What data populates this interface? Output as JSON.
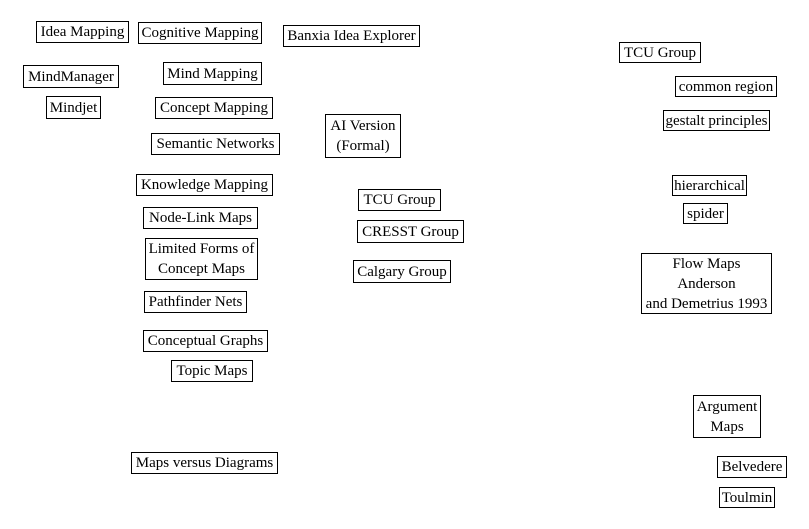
{
  "diagram": {
    "background_color": "#ffffff",
    "node_border_color": "#000000",
    "node_fill_color": "#ffffff",
    "node_text_color": "#000000"
  },
  "nodes": [
    {
      "id": "idea-mapping",
      "label": "Idea Mapping"
    },
    {
      "id": "cognitive-mapping",
      "label": "Cognitive Mapping"
    },
    {
      "id": "banxia-idea-explorer",
      "label": "Banxia Idea Explorer"
    },
    {
      "id": "mindmanager",
      "label": "MindManager"
    },
    {
      "id": "mind-mapping",
      "label": "Mind Mapping"
    },
    {
      "id": "mindjet",
      "label": "Mindjet"
    },
    {
      "id": "concept-mapping",
      "label": "Concept Mapping"
    },
    {
      "id": "semantic-networks",
      "label": "Semantic Networks"
    },
    {
      "id": "ai-version-formal",
      "label": "AI Version\n(Formal)"
    },
    {
      "id": "knowledge-mapping",
      "label": "Knowledge Mapping"
    },
    {
      "id": "node-link-maps",
      "label": "Node-Link Maps"
    },
    {
      "id": "limited-forms-of-concept-maps",
      "label": "Limited Forms of\nConcept Maps"
    },
    {
      "id": "pathfinder-nets",
      "label": "Pathfinder Nets"
    },
    {
      "id": "conceptual-graphs",
      "label": "Conceptual Graphs"
    },
    {
      "id": "topic-maps",
      "label": "Topic Maps"
    },
    {
      "id": "maps-versus-diagrams",
      "label": "Maps versus Diagrams"
    },
    {
      "id": "tcu-group-middle",
      "label": "TCU Group"
    },
    {
      "id": "cresst-group",
      "label": "CRESST Group"
    },
    {
      "id": "calgary-group",
      "label": "Calgary Group"
    },
    {
      "id": "tcu-group-right",
      "label": "TCU Group"
    },
    {
      "id": "common-region",
      "label": "common region"
    },
    {
      "id": "gestalt-principles",
      "label": "gestalt principles"
    },
    {
      "id": "hierarchical",
      "label": "hierarchical"
    },
    {
      "id": "spider",
      "label": "spider"
    },
    {
      "id": "flow-maps-anderson",
      "label": "Flow Maps\nAnderson\nand Demetrius 1993"
    },
    {
      "id": "argument-maps",
      "label": "Argument\nMaps"
    },
    {
      "id": "belvedere",
      "label": "Belvedere"
    },
    {
      "id": "toulmin",
      "label": "Toulmin"
    }
  ]
}
